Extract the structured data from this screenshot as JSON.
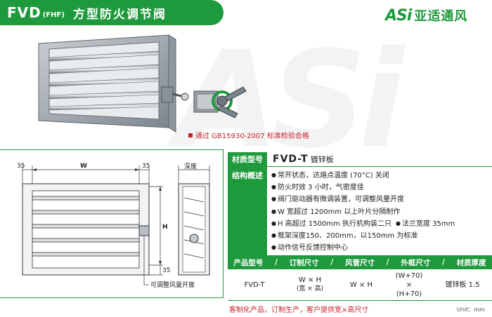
{
  "header": {
    "code": "FVD",
    "sub": "(FHF)",
    "name": "方型防火调节阀"
  },
  "logo": {
    "mark": "ASi",
    "name": "亚适通风"
  },
  "watermark": "ASi",
  "cert_note": "通过 GB15930-2007 标准检验合格",
  "drawing": {
    "dim_left": "35",
    "dim_width": "W",
    "dim_right": "35",
    "depth_label": "深度",
    "dim_height": "H",
    "dim_bottom": "35",
    "callout": "可调整风量开度"
  },
  "spec": {
    "material_label": "材质型号",
    "material_code": "FVD-T",
    "material_desc": "镀锌板",
    "features_label": "结构概述",
    "features": [
      "常开状态，达熔点温度 (70°C) 关闭",
      "防火时效 3 小时，气密度佳",
      "阀门驱动器有微调装置，可调整风量开度",
      "W 宽超过 1200mm 以上叶片分隔制作",
      "H 高超过 1500mm 执行机构装二只",
      "框架深度150、200mm，以150mm 为标准",
      "动作信号反馈控制中心"
    ],
    "feature_inline": "法兰宽度 35mm"
  },
  "product_table": {
    "headers": [
      "产品型号",
      "订制尺寸",
      "风管尺寸",
      "外框尺寸",
      "材质厚度"
    ],
    "separator": "/",
    "row": {
      "model": "FVD-T",
      "custom_size": "W × H",
      "custom_size_note": "(宽 × 高)",
      "duct_size": "W × H",
      "frame_top": "(W+70)",
      "frame_mid": "×",
      "frame_bottom": "(H+70)",
      "thickness": "镀锌板 1.5"
    }
  },
  "custom_note": "客制化产品，订制生产，客户提供宽×高尺寸",
  "unit_note": "Unit：mm",
  "colors": {
    "brand_green": "#1e9a3c",
    "note_red": "#c8202a"
  }
}
